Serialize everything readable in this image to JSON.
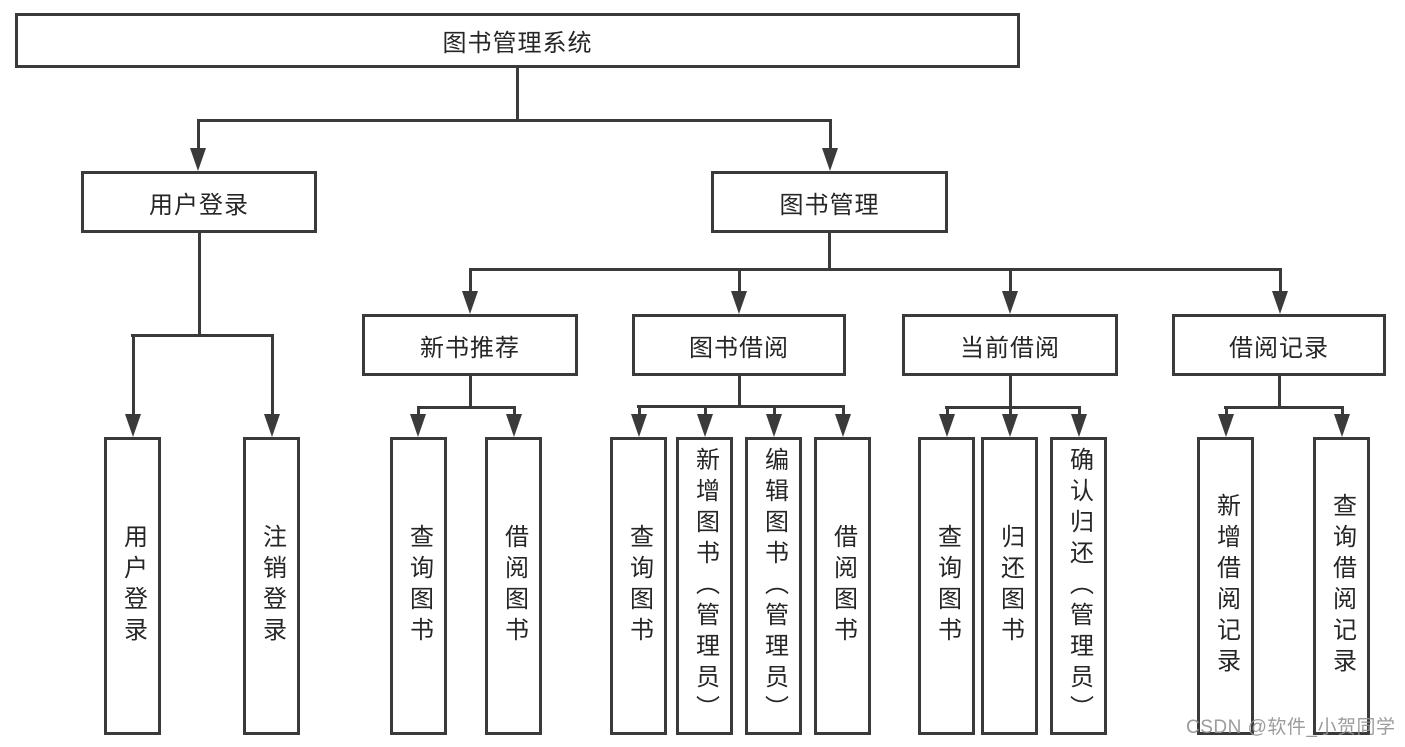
{
  "diagram": {
    "root": {
      "label": "图书管理系统"
    },
    "level2": [
      {
        "label": "用户登录"
      },
      {
        "label": "图书管理"
      }
    ],
    "level3": [
      {
        "label": "新书推荐"
      },
      {
        "label": "图书借阅"
      },
      {
        "label": "当前借阅"
      },
      {
        "label": "借阅记录"
      }
    ],
    "leaves": {
      "user_login": [
        {
          "label": "用户登录"
        },
        {
          "label": "注销登录"
        }
      ],
      "new_book_rec": [
        {
          "label": "查询图书"
        },
        {
          "label": "借阅图书"
        }
      ],
      "book_borrow": [
        {
          "label": "查询图书"
        },
        {
          "label": "新增图书（管理员）"
        },
        {
          "label": "编辑图书（管理员）"
        },
        {
          "label": "借阅图书"
        }
      ],
      "current_borrow": [
        {
          "label": "查询图书"
        },
        {
          "label": "归还图书"
        },
        {
          "label": "确认归还（管理员）"
        }
      ],
      "borrow_records": [
        {
          "label": "新增借阅记录"
        },
        {
          "label": "查询借阅记录"
        }
      ]
    },
    "watermark": "CSDN @软件_小贺同学",
    "colors": {
      "line": "#3a3a3a",
      "text": "#262626",
      "watermark": "#949494",
      "background": "#ffffff"
    }
  }
}
